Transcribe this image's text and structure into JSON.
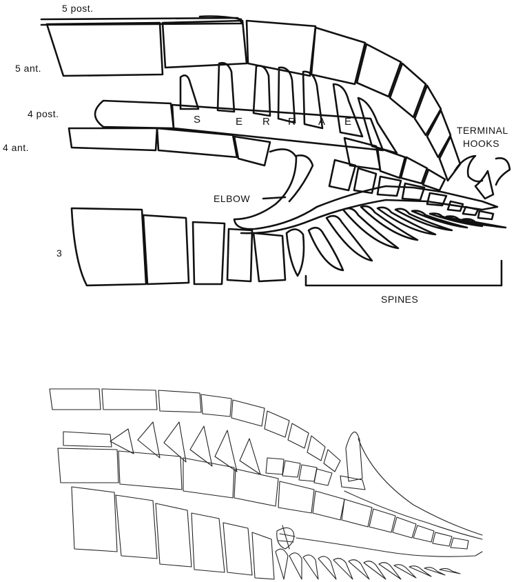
{
  "figure": {
    "labels": {
      "post5": "5 post.",
      "ant5": "5 ant.",
      "post4": "4 post.",
      "ant4": "4 ant.",
      "row3": "3",
      "elbow": "ELBOW",
      "terminal1": "TERMINAL",
      "terminal2": "HOOKS",
      "spines": "SPINES"
    },
    "serrae": [
      "S",
      "E",
      "R",
      "R",
      "A",
      "E"
    ]
  }
}
